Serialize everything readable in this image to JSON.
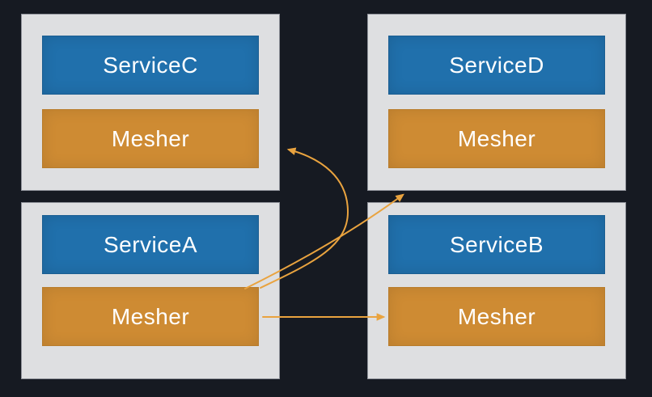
{
  "canvas": {
    "background": "#161A22"
  },
  "colors": {
    "group_fill": "#DEDFE1",
    "group_border": "#8F929A",
    "service_fill": "#2070AC",
    "mesher_fill": "#CE8B33",
    "arrow": "#E9A33F",
    "label_text": "#FFFFFF"
  },
  "nodes": {
    "top_left": {
      "service": "ServiceC",
      "mesher": "Mesher"
    },
    "top_right": {
      "service": "ServiceD",
      "mesher": "Mesher"
    },
    "bottom_left": {
      "service": "ServiceA",
      "mesher": "Mesher"
    },
    "bottom_right": {
      "service": "ServiceB",
      "mesher": "Mesher"
    }
  },
  "arrows": [
    {
      "id": "a-mesher-to-c-mesher",
      "from": "ServiceA Mesher",
      "to": "ServiceC Mesher",
      "style": "curved-hook"
    },
    {
      "id": "a-mesher-to-d-mesher",
      "from": "ServiceA Mesher",
      "to": "ServiceD Mesher",
      "style": "gentle-arc"
    },
    {
      "id": "a-mesher-to-b-mesher",
      "from": "ServiceA Mesher",
      "to": "ServiceB Mesher",
      "style": "straight-horizontal"
    }
  ]
}
